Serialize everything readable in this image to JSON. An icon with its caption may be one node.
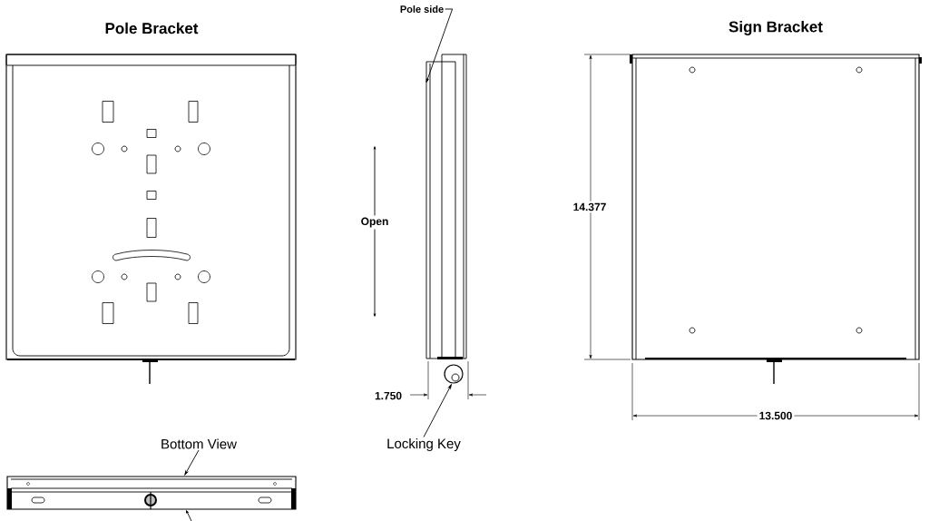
{
  "diagram": {
    "nodes": [
      {
        "text": [
          "Pole Bracket"
        ]
      },
      {
        "text": [],
        "shape": "picture"
      },
      {
        "text": [
          "Sign Bracket"
        ]
      },
      {
        "text": [],
        "shape": "picture"
      },
      {
        "text": [
          "Pole side"
        ]
      },
      {
        "text": [
          "Locking Key"
        ]
      },
      {
        "text": [
          "Bottom View"
        ]
      },
      {
        "text": [],
        "shape": "circle"
      }
    ],
    "edges": [
      {
        "from": 4,
        "to": 1,
        "arrow": "to"
      },
      {
        "from": 5,
        "to": 7,
        "arrow": "to"
      },
      {
        "from": 6,
        "to": 3,
        "arrow": "to"
      },
      {
        "from": null,
        "to": 3,
        "arrow": "to"
      }
    ],
    "labels": [
      "Open",
      "1.750",
      "14.377",
      "13.500"
    ]
  }
}
